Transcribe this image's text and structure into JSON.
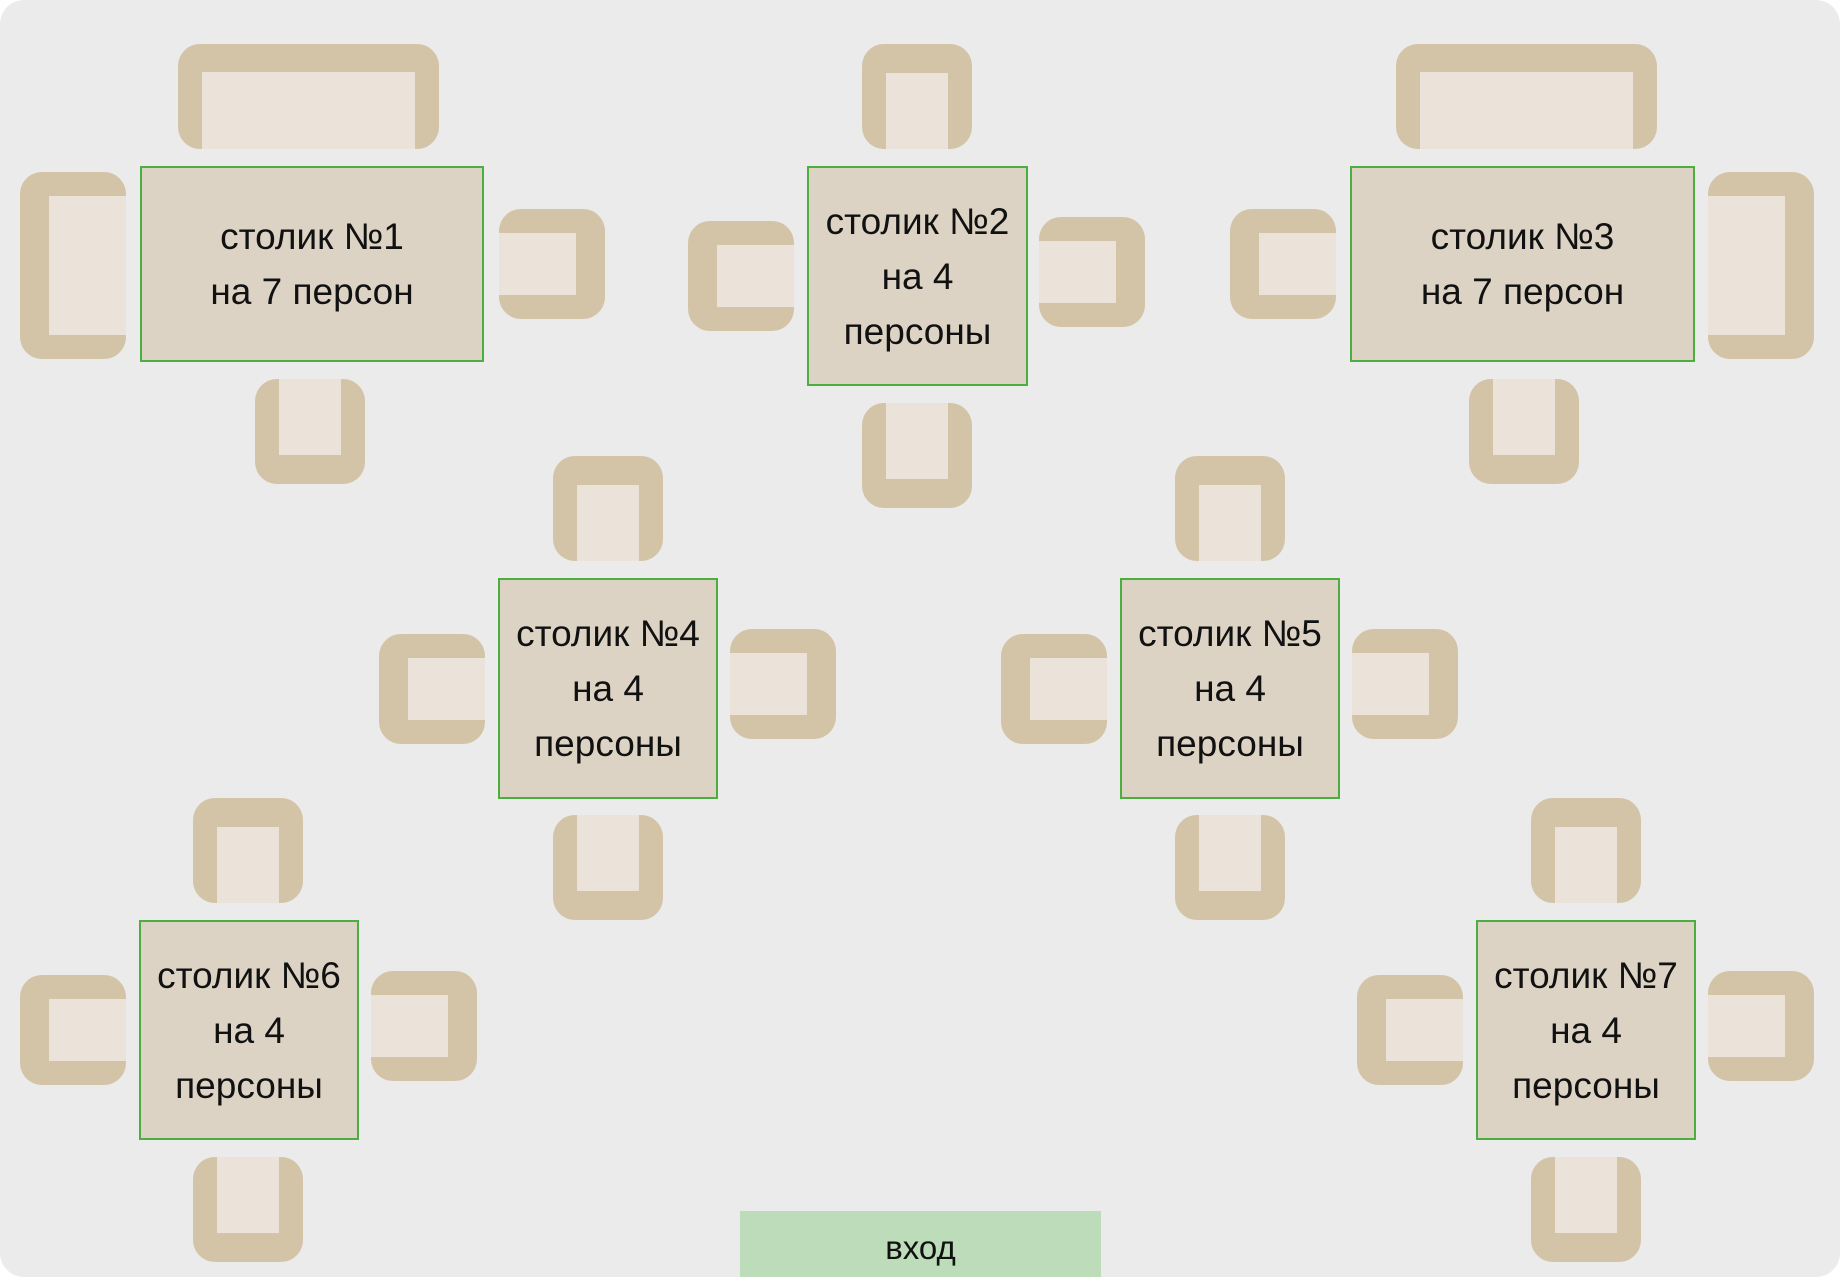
{
  "floor_plan": {
    "tables": [
      {
        "name": "столик №1",
        "capacity": "на 7 персон"
      },
      {
        "name": "столик №2",
        "capacity": "на 4 персоны"
      },
      {
        "name": "столик №3",
        "capacity": "на 7 персон"
      },
      {
        "name": "столик №4",
        "capacity": "на 4 персоны"
      },
      {
        "name": "столик №5",
        "capacity": "на 4 персоны"
      },
      {
        "name": "столик №6",
        "capacity": "на 4 персоны"
      },
      {
        "name": "столик №7",
        "capacity": "на 4 персоны"
      }
    ],
    "entrance_label": "вход",
    "colors": {
      "floor": "#ebebeb",
      "table_fill": "#dcd3c5",
      "table_border": "#4cae3f",
      "chair_frame": "#d4c4a7",
      "chair_seat": "#ebe3d9",
      "entrance": "#bddcb9"
    }
  }
}
